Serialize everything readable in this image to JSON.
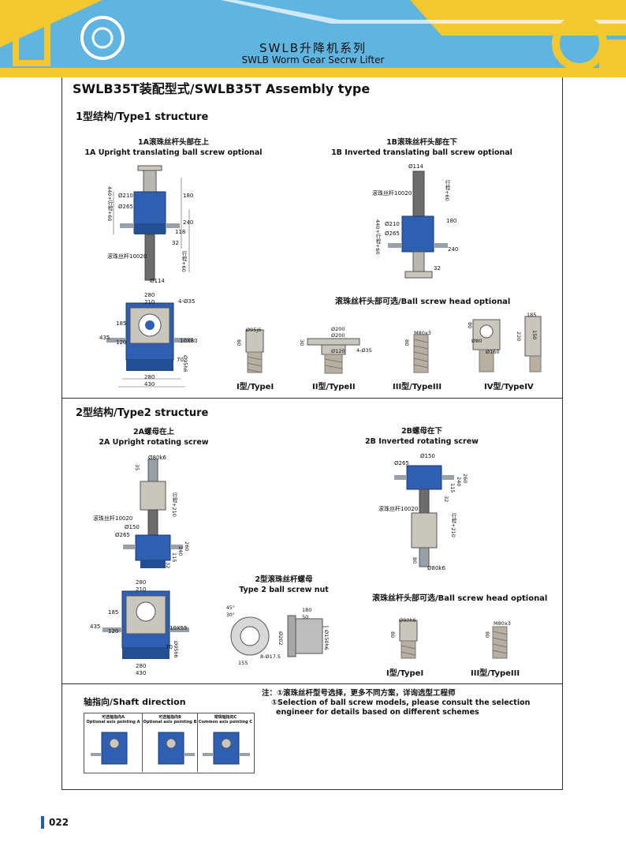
{
  "header": {
    "title_cn": "SWLB升降机系列",
    "title_en": "SWLB Worm  Gear Secrw Lifter",
    "colors": {
      "blue": "#5fb4e0",
      "yellow": "#f2c830"
    }
  },
  "page_title": "SWLB35T装配型式/SWLB35T Assembly type",
  "type1": {
    "heading": "1型结构/Type1 structure",
    "a_cn": "1A滚珠丝杆头部在上",
    "a_en": "1A Upright translating ball screw optional",
    "b_cn": "1B滚珠丝杆头部在下",
    "b_en": "1B Inverted translating ball screw optional",
    "head_optional": "滚珠丝杆头部可选/Ball screw head optional",
    "head_types": [
      "I型/TypeI",
      "II型/TypeII",
      "III型/TypeIII",
      "IV型/TypeIV"
    ],
    "dims": {
      "d210": "Ø210",
      "d265": "Ø265",
      "d114": "Ø114",
      "v180": "180",
      "v240": "240",
      "v118": "118",
      "v32": "32",
      "stroke": "440+行程+60",
      "travel": "行程+60",
      "screw": "滚珠丝杆10020",
      "w280": "280",
      "w210": "210",
      "holes": "4-Ø35",
      "h435": "435",
      "h185": "185",
      "h120": "120",
      "key": "10X80",
      "d70": "70",
      "d95": "Ø95h6",
      "w430": "430",
      "hI_d": "Ø95j6",
      "hI_h": "80",
      "hII_d1": "Ø200",
      "hII_d2": "Ø120",
      "hII_h": "30",
      "hII_holes": "4-Ø35",
      "hIII_m": "M80x3",
      "hIII_h": "80",
      "hIV_w": "185",
      "hIV_d": "Ø80",
      "hIV_h": "220",
      "hIV_h2": "150",
      "hIV_d2": "Ø160",
      "hIV_s": "80"
    }
  },
  "type2": {
    "heading": "2型结构/Type2 structure",
    "a_cn": "2A螺母在上",
    "a_en": "2A Upright rotating screw",
    "b_cn": "2B螺母在下",
    "b_en": "2B Inverted rotating screw",
    "nut_cn": "2型滚珠丝杆螺母",
    "nut_en": "Type 2 ball screw nut",
    "head_optional": "滚珠丝杆头部可选/Ball screw head optional",
    "head_types": [
      "I型/TypeI",
      "III型/TypeIII"
    ],
    "dims": {
      "d80k6": "Ø80k6",
      "d150": "Ø150",
      "d265": "Ø265",
      "screw": "滚珠丝杆10020",
      "stroke": "行程+210",
      "v35": "35",
      "v240": "240",
      "v260": "260",
      "v115": "115",
      "v32": "32",
      "v80": "80",
      "key": "10X55",
      "d95": "Ø95h6",
      "nut_a": "45°",
      "nut_b": "30°",
      "nut_180": "180",
      "nut_50": "50",
      "nut_202": "Ø202",
      "nut_150": "Ø150h6",
      "nut_155": "155",
      "nut_holes": "8-Ø17.5",
      "hI_d": "Ø80h6",
      "hIII_m": "M80x3"
    }
  },
  "shaft": {
    "heading": "轴指向/Shaft direction",
    "panels": [
      {
        "cn": "可选轴指向A",
        "en": "Optional axis pointing A"
      },
      {
        "cn": "可选轴指向B",
        "en": "Optional axis pointing B"
      },
      {
        "cn": "常规轴指向C",
        "en": "Common axis pointing C"
      }
    ]
  },
  "note": {
    "cn": "注：①滚珠丝杆型号选择，更多不同方案，详询选型工程师",
    "en1": "①Selection of ball screw models, please consult the selection",
    "en2": "engineer for details based on different schemes"
  },
  "page_number": "022"
}
